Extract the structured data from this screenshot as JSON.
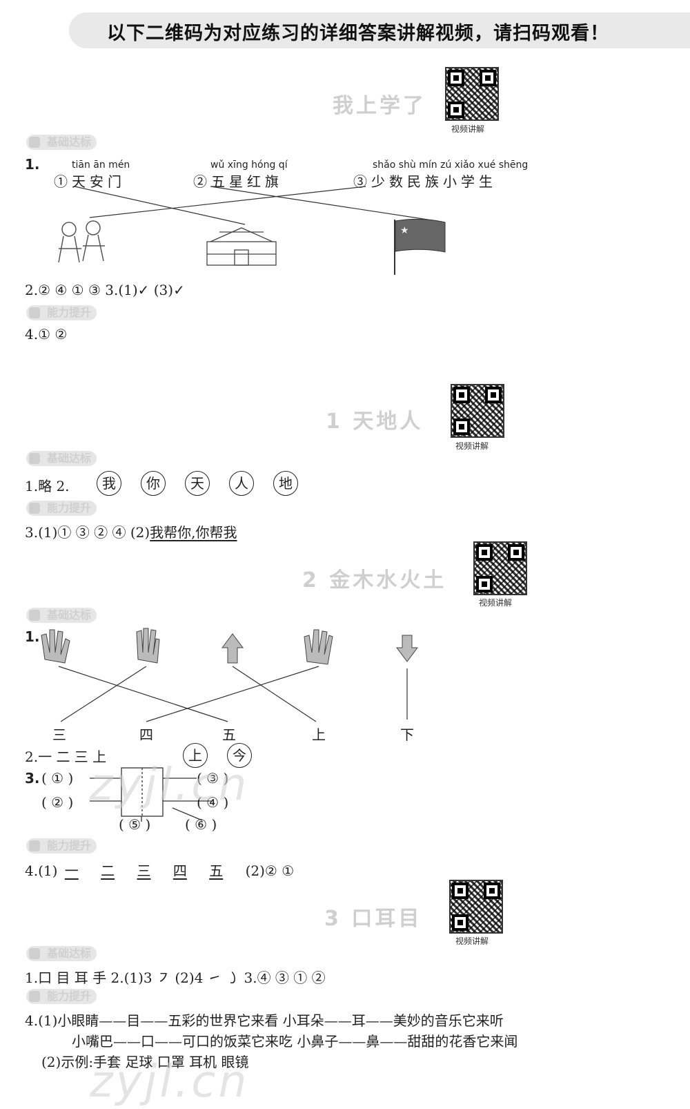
{
  "banner": "以下二维码为对应练习的详细答案讲解视频，请扫码观看！",
  "qr_caption": "视频讲解",
  "tags": {
    "basic": "基础达标",
    "ability": "能力提升"
  },
  "sec0": {
    "title": "我上学了",
    "q1_label": "1.",
    "pinyin": [
      "tiān ān mén",
      "wǔ xīng hóng qí",
      "shǎo shù mín zú xiǎo xué shēng"
    ],
    "options": [
      "①天安门",
      "②五星红旗",
      "③少数民族小学生"
    ],
    "line2": "2.② ④ ① ③ 3.(1)✓ (3)✓",
    "line4": "4.① ②"
  },
  "sec1": {
    "title": "1 天地人",
    "line1_prefix": "1.略 2.",
    "circled": [
      "我",
      "你",
      "天",
      "人",
      "地"
    ],
    "line3_prefix": "3.(1)① ③ ② ④ (2)",
    "line3_answer": "我帮你,你帮我"
  },
  "sec2": {
    "title": "2 金木水火土",
    "q1_label": "1.",
    "bottom_words": [
      "三",
      "四",
      "五",
      "上",
      "下"
    ],
    "line2_prefix": "2.一 二 三 上",
    "line2_circled": [
      "上",
      "今"
    ],
    "q3_label": "3.",
    "q3_left": [
      "( ① )",
      "( ② )"
    ],
    "q3_right": [
      "( ③ )",
      "( ④ )"
    ],
    "q3_bottom": [
      "( ⑤ )",
      "( ⑥ )"
    ],
    "line4_prefix": "4.(1)",
    "line4_nums": [
      "一",
      "二",
      "三",
      "四",
      "五"
    ],
    "line4_suffix": "(2)② ①"
  },
  "sec3": {
    "title": "3 口耳目",
    "line1": "1.口 目 耳 手 2.(1)3 ㇇ (2)4 ㇀ ㇁ 3.④ ③ ① ②",
    "line4a": "4.(1)小眼睛——目——五彩的世界它来看 小耳朵——耳——美妙的音乐它来听",
    "line4b": "小嘴巴——口——可口的饭菜它来吃 小鼻子——鼻——甜甜的花香它来闻",
    "line4c": "(2)示例:手套 足球 口罩 耳机 眼镜"
  },
  "watermarks": [
    "zyjl.cn",
    "zyjl.cn"
  ]
}
